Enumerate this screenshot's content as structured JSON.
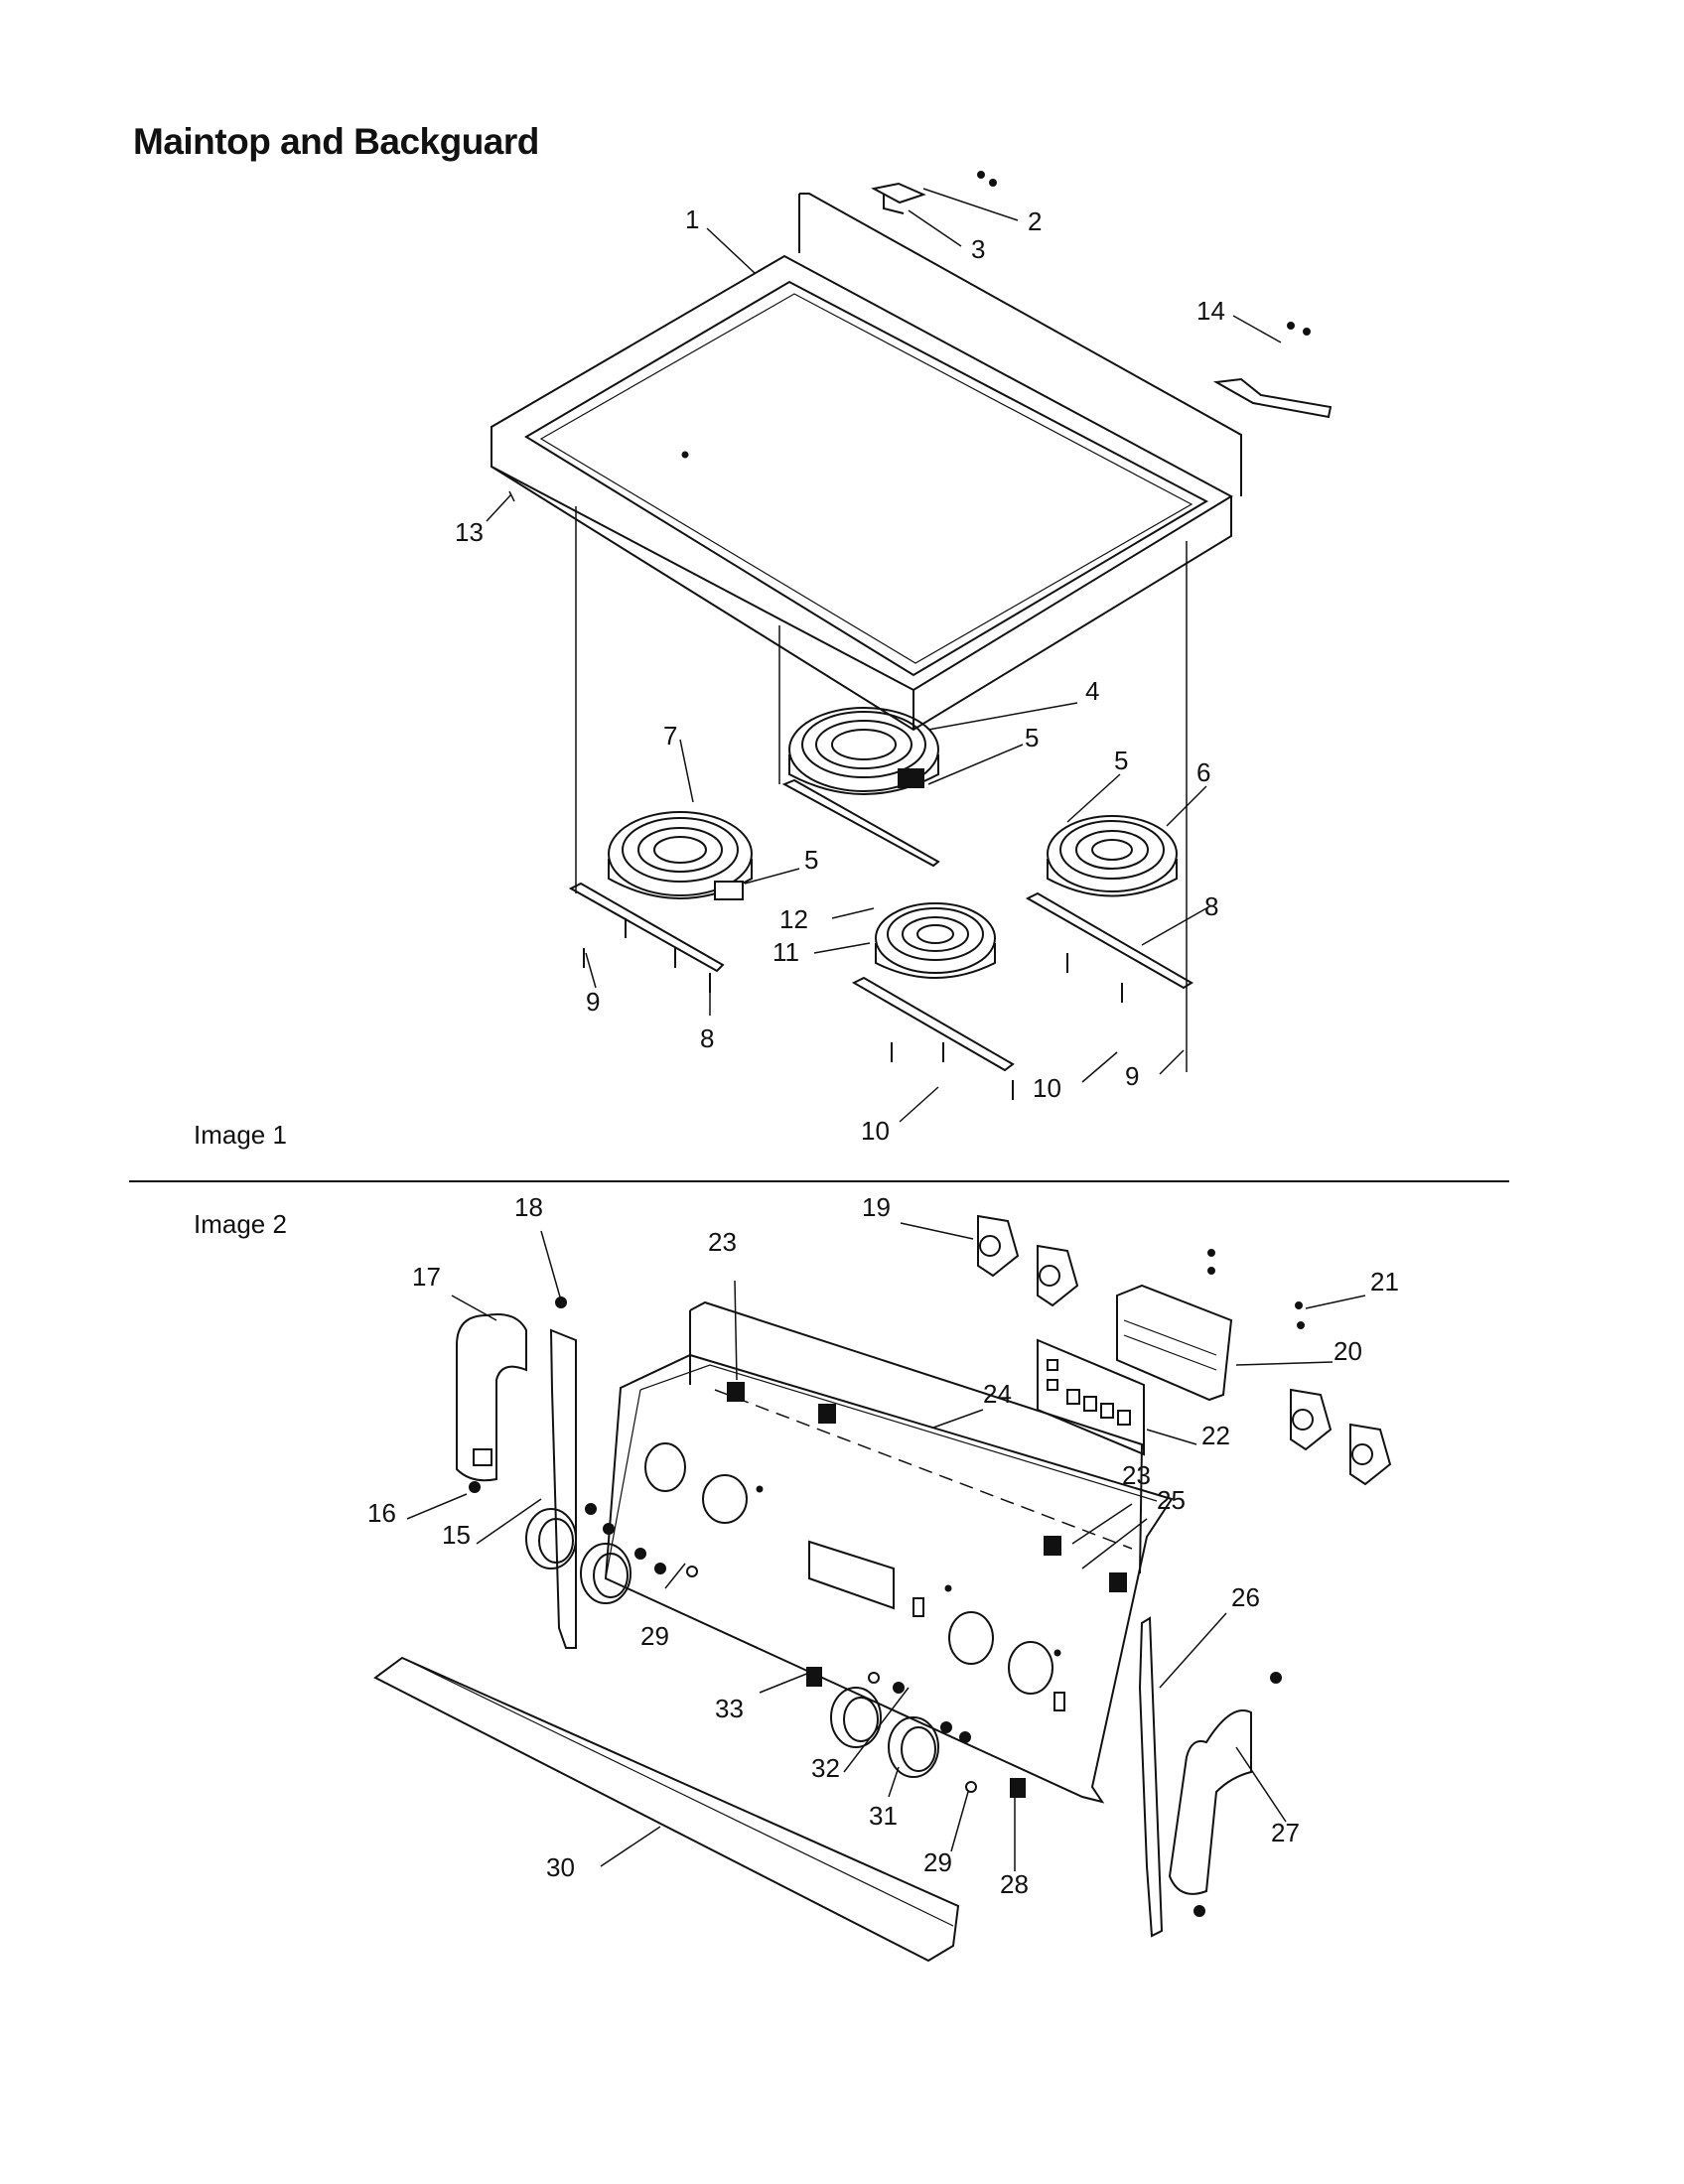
{
  "title": "Maintop and Backguard",
  "sections": [
    {
      "label": "Image 1"
    },
    {
      "label": "Image 2"
    }
  ],
  "callouts": [
    "1",
    "2",
    "3",
    "4",
    "5",
    "5",
    "5",
    "6",
    "7",
    "8",
    "8",
    "9",
    "9",
    "10",
    "10",
    "11",
    "12",
    "13",
    "14",
    "15",
    "16",
    "17",
    "18",
    "19",
    "20",
    "21",
    "22",
    "23",
    "23",
    "24",
    "25",
    "26",
    "27",
    "28",
    "29",
    "29",
    "30",
    "31",
    "32",
    "33"
  ]
}
